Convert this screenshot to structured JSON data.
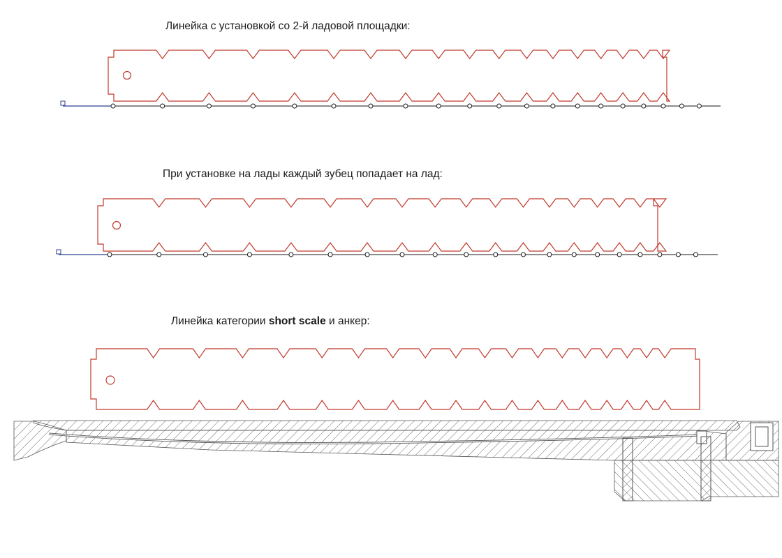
{
  "captions": {
    "ruler_from_second_fret": "Линейка с  установкой  со 2-й ладовой площадки:",
    "teeth_on_frets": "При установке на лады каждый зубец попадает на лад:",
    "short_scale_prefix": "Линейка категории ",
    "short_scale_bold": "short scale",
    "short_scale_suffix": " и анкер:"
  },
  "colors": {
    "ruler_outline": "#c0392b",
    "fret_line": "#1a1a1a",
    "nut_line": "#2c3e8f",
    "hatch": "#6b6b6b"
  }
}
